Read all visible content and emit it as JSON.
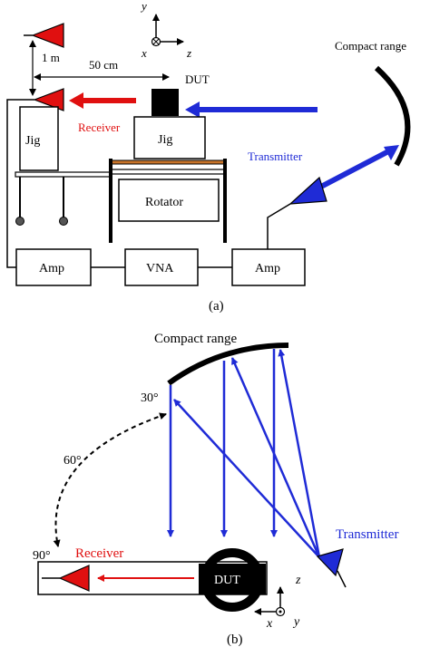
{
  "panel_a": {
    "caption": "(a)",
    "axes": {
      "y": "y",
      "x": "x",
      "z": "z"
    },
    "distance_vertical": "1 m",
    "distance_horizontal": "50 cm",
    "dut": "DUT",
    "receiver": "Receiver",
    "jig_left": "Jig",
    "jig_right": "Jig",
    "rotator": "Rotator",
    "compact_range": "Compact range",
    "transmitter": "Transmitter",
    "amp_left": "Amp",
    "vna": "VNA",
    "amp_right": "Amp"
  },
  "panel_b": {
    "caption": "(b)",
    "compact_range": "Compact range",
    "angle_30": "30°",
    "angle_60": "60°",
    "angle_90": "90°",
    "receiver": "Receiver",
    "dut": "DUT",
    "transmitter": "Transmitter",
    "axes": {
      "z": "z",
      "x": "x",
      "y": "y"
    }
  },
  "colors": {
    "receiver": "#e01010",
    "transmitter": "#1f2bd6",
    "structure": "#000000",
    "jig_top": "#c8742a"
  }
}
